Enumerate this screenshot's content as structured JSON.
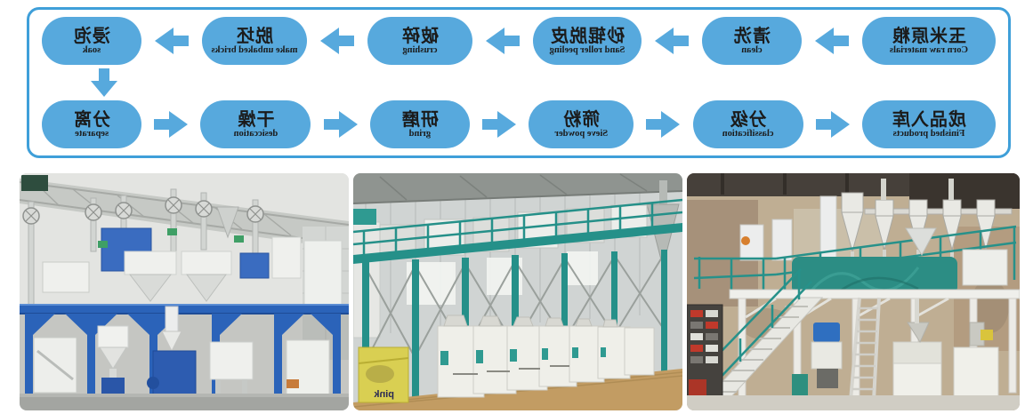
{
  "flowchart": {
    "mirrored": true,
    "frame_color": "#3f9fd9",
    "pill_color": "#57a9dd",
    "text_color": "#1b1b1b",
    "row1": [
      {
        "zh": "玉米原粮",
        "en": "Corn raw materials"
      },
      {
        "zh": "清洗",
        "en": "clean"
      },
      {
        "zh": "砂辊脱皮",
        "en": "Sand roller peeling"
      },
      {
        "zh": "破碎",
        "en": "crushing"
      },
      {
        "zh": "脱坯",
        "en": "make unbaked bricks"
      },
      {
        "zh": "浸泡",
        "en": "soak"
      }
    ],
    "row2": [
      {
        "zh": "分离",
        "en": "separate"
      },
      {
        "zh": "干燥",
        "en": "desiccation"
      },
      {
        "zh": "研磨",
        "en": "grind"
      },
      {
        "zh": "筛粉",
        "en": "Sieve powder"
      },
      {
        "zh": "分级",
        "en": "classification"
      },
      {
        "zh": "成品入库",
        "en": "Finished products"
      }
    ]
  },
  "photos": [
    {
      "alt": "Blue steel two-level corn flour milling plant inside a warehouse"
    },
    {
      "alt": "Teal steel platform with a row of white roller mill machines",
      "box_label": "pink"
    },
    {
      "alt": "White platform with teal railings, staircase, ladder and cyclone separators"
    }
  ],
  "palette": {
    "steel_blue": "#2b63b9",
    "teal": "#259089",
    "floor_tan": "#c29c63",
    "wall_gray": "#d0d4d3"
  }
}
